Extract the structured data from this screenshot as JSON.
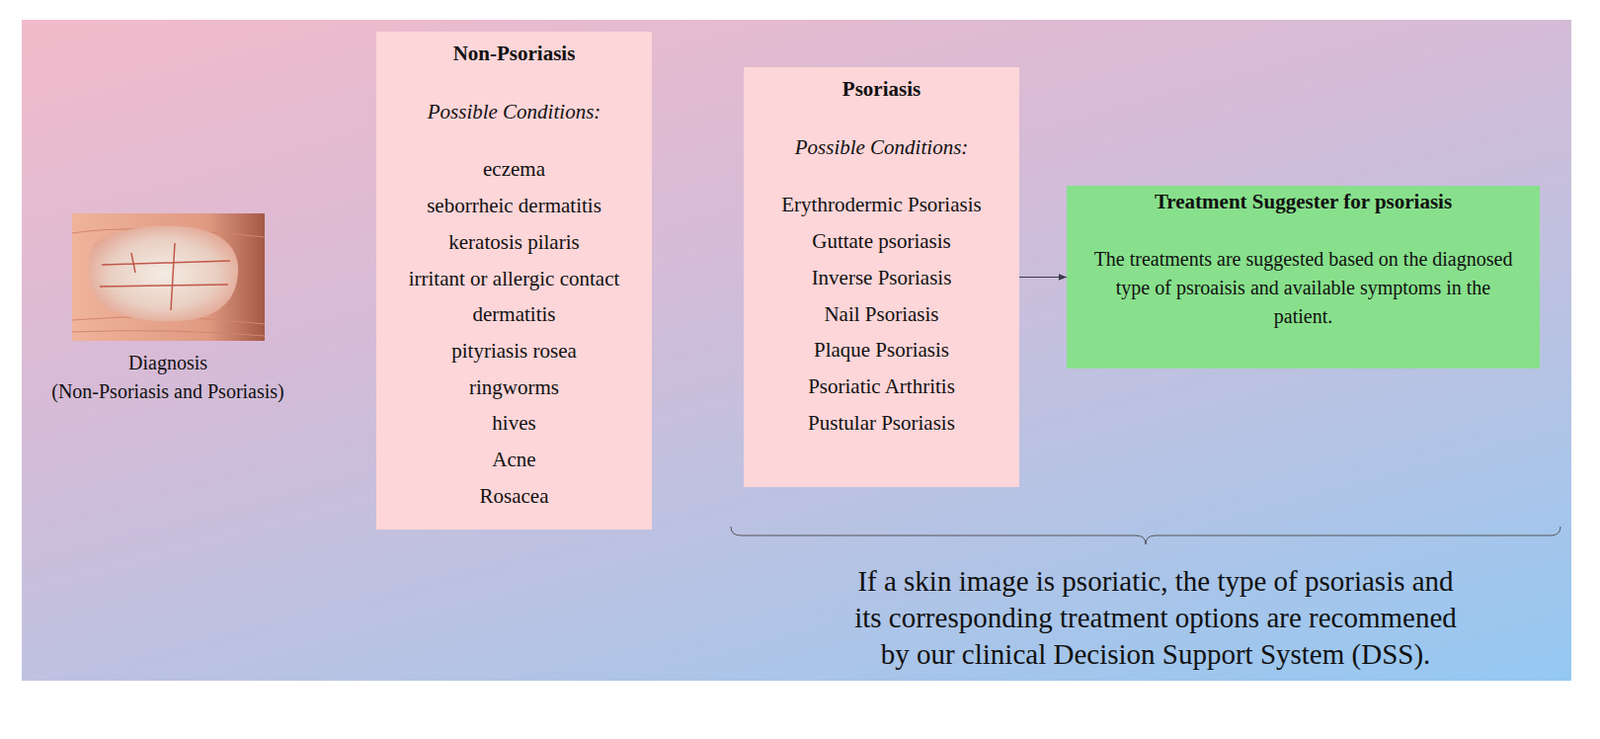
{
  "diagram": {
    "nodes": [
      {
        "text": [
          "Non-Psoriasis",
          "Possible Conditions:",
          "eczema",
          "seborrheic dermatitis",
          "keratosis pilaris",
          "irritant or allergic contact dermatitis",
          "pityriasis rosea",
          "ringworms",
          "hives",
          "Acne",
          "Rosacea"
        ]
      },
      {
        "text": [
          "Psoriasis",
          "Possible Conditions:",
          "Erythrodermic Psoriasis",
          "Guttate psoriasis",
          "Inverse Psoriasis",
          "Nail Psoriasis",
          "Plaque Psoriasis",
          "Psoriatic Arthritis",
          "Pustular Psoriasis"
        ]
      },
      {
        "text": [
          "Treatment Suggester for psoriasis",
          "The treatments are suggested based on the diagnosed type of psroaisis and available symptoms in the patient."
        ]
      }
    ],
    "edges": [
      {
        "from": 1,
        "to": 2,
        "arrow": "to"
      }
    ],
    "labels": [
      "Diagnosis",
      "(Non-Psoriasis and Psoriasis)",
      "If a skin image is psoriatic, the type of psoriasis and its corresponding treatment options are recommened by our clinical Decision Support System (DSS)."
    ]
  }
}
